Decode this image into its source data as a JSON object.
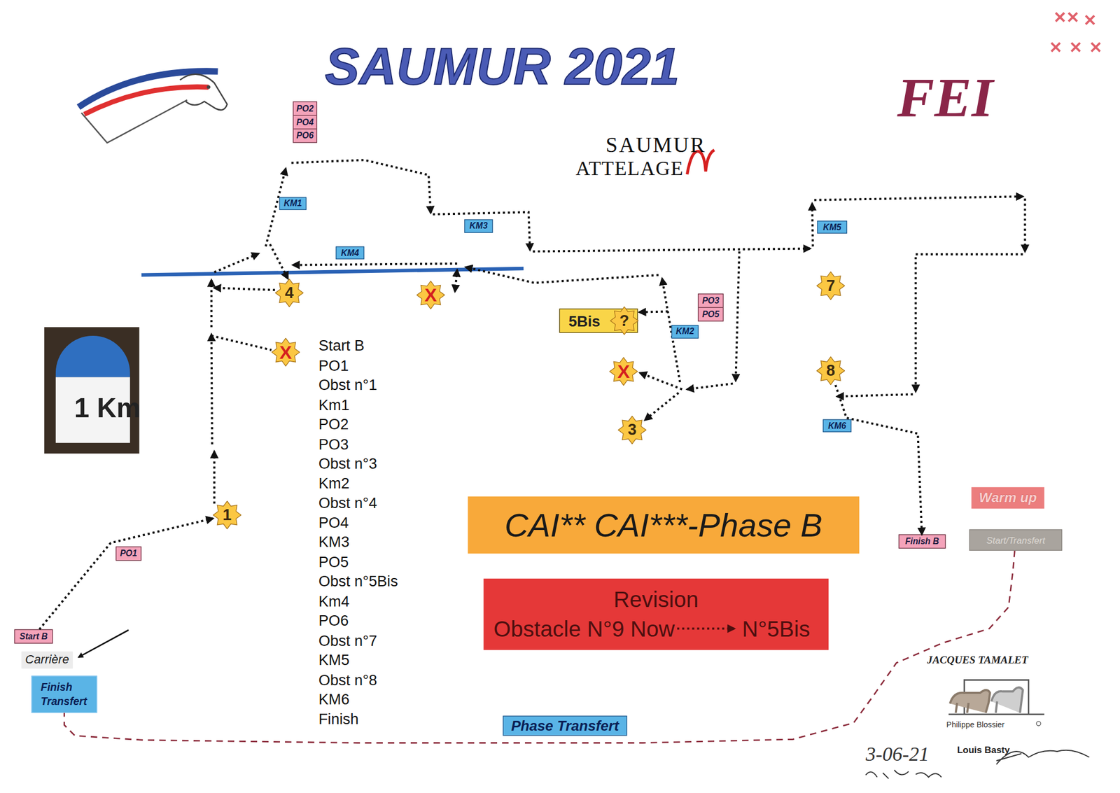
{
  "diagram": {
    "title": "SAUMUR 2021",
    "nodes": [
      {
        "text": [
          "PO2",
          "PO4",
          "PO6"
        ]
      },
      {
        "text": [
          "KM1"
        ]
      },
      {
        "text": [
          "KM3"
        ]
      },
      {
        "text": [
          "KM5"
        ]
      },
      {
        "text": [
          "KM4"
        ]
      },
      {
        "text": [
          "7"
        ]
      },
      {
        "text": [
          "4"
        ]
      },
      {
        "text": [
          "X"
        ]
      },
      {
        "text": [
          "PO3",
          "PO5"
        ]
      },
      {
        "text": [
          "5Bis"
        ]
      },
      {
        "text": [
          "?"
        ],
        "in": 9
      },
      {
        "text": [
          "KM2"
        ]
      },
      {
        "text": [
          "X"
        ]
      },
      {
        "text": [
          "8"
        ]
      },
      {
        "text": [
          "X"
        ]
      },
      {
        "text": [
          "3"
        ]
      },
      {
        "text": [
          "KM6"
        ]
      },
      {
        "text": [
          "Warm up"
        ]
      },
      {
        "text": [
          "CAI** CAI***-Phase B"
        ]
      },
      {
        "text": [
          "1"
        ]
      },
      {
        "text": [
          "Start/Transfert"
        ]
      },
      {
        "text": [
          "Finish B"
        ]
      },
      {
        "text": [
          "PO1"
        ]
      },
      {
        "text": [
          "Revision",
          "Obstacle N°9 Now",
          "N°5Bis"
        ]
      },
      {
        "text": [
          "Start B"
        ]
      },
      {
        "text": [
          "Carrière"
        ]
      },
      {
        "text": [
          "Finish Transfert"
        ]
      },
      {
        "text": [
          "Phase Transfert"
        ]
      }
    ],
    "edges": [
      {
        "from": 24,
        "to": 19,
        "arrow": "to"
      },
      {
        "from": 13,
        "to": 21,
        "arrow": "to"
      },
      {
        "from": 20,
        "to": 26,
        "arrow": "none"
      }
    ],
    "labels": [
      "SAUMUR",
      "ATTELAGE",
      "FEI",
      "1 Km",
      "Start B",
      "PO1",
      "Obst n°1",
      "Km1",
      "PO2",
      "PO3",
      "Obst n°3",
      "Km2",
      "Obst n°4",
      "PO4",
      "KM3",
      "PO5",
      "Obst n°5Bis",
      "Km4",
      "PO6",
      "Obst n°7",
      "KM5",
      "Obst n°8",
      "KM6",
      "Finish",
      "JACQUES TAMALET",
      "Philippe Blossier",
      "Louis Basty",
      "3-06-21"
    ]
  }
}
